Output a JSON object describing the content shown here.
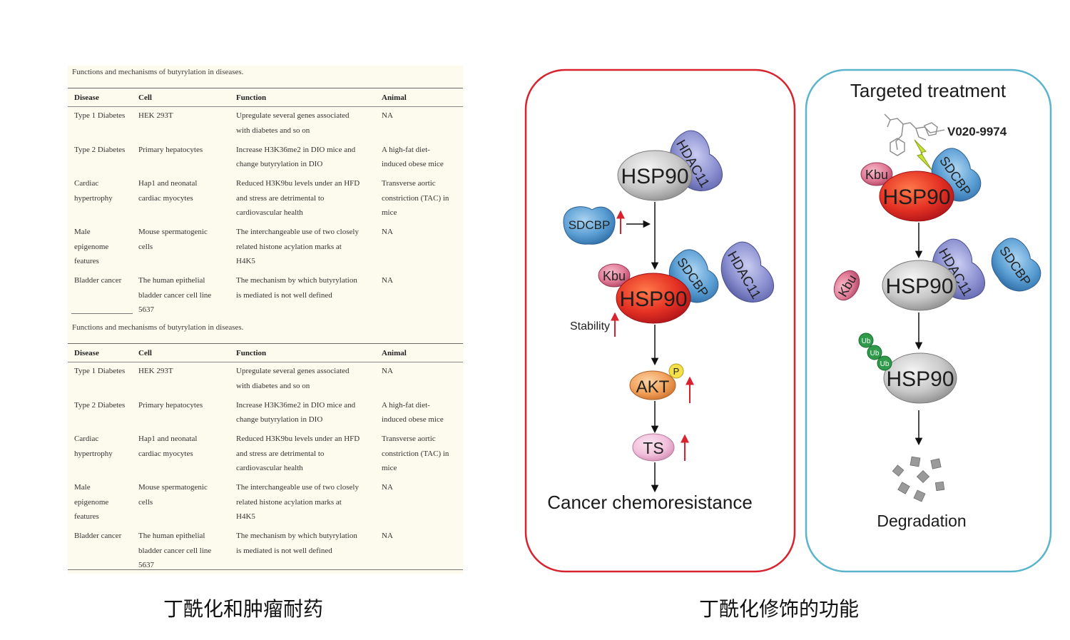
{
  "table": {
    "caption": "Functions and mechanisms of butyrylation in diseases.",
    "headers": [
      "Disease",
      "Cell",
      "Function",
      "Animal"
    ],
    "rows": [
      {
        "disease": [
          "Type 1 Diabetes"
        ],
        "cell": [
          "HEK 293T"
        ],
        "function": [
          "Upregulate several genes associated",
          "with diabetes and so on"
        ],
        "animal": [
          "NA"
        ]
      },
      {
        "disease": [
          "Type 2 Diabetes"
        ],
        "cell": [
          "Primary hepatocytes"
        ],
        "function": [
          "Increase H3K36me2 in DIO mice and",
          "change butyrylation in DIO"
        ],
        "animal": [
          "A high-fat diet-",
          "induced obese mice"
        ]
      },
      {
        "disease": [
          "Cardiac",
          "hypertrophy"
        ],
        "cell": [
          "Hap1 and neonatal",
          "cardiac myocytes"
        ],
        "function": [
          "Reduced H3K9bu levels under an HFD",
          "and stress are detrimental to",
          "cardiovascular health"
        ],
        "animal": [
          "Transverse aortic",
          "constriction (TAC) in",
          "mice"
        ]
      },
      {
        "disease": [
          "Male",
          "epigenome",
          "features"
        ],
        "cell": [
          "Mouse spermatogenic",
          "cells"
        ],
        "function": [
          "The interchangeable use of two closely",
          "related histone acylation marks at",
          "H4K5"
        ],
        "animal": [
          "NA"
        ]
      },
      {
        "disease": [
          "Bladder cancer"
        ],
        "cell": [
          "The human epithelial",
          "bladder cancer cell line",
          "5637"
        ],
        "function": [
          "The mechanism by which butyrylation",
          "is mediated is not well defined"
        ],
        "animal": [
          "NA"
        ]
      }
    ]
  },
  "captions": {
    "left": "丁酰化和肿瘤耐药",
    "right": "丁酰化修饰的功能"
  },
  "diagram": {
    "left_panel": {
      "hsp90_top": "HSP90",
      "hdac11_top": "HDAC11",
      "sdcbp_side": "SDCBP",
      "kbu": "Kbu",
      "hsp90_mid": "HSP90",
      "sdcbp_mid": "SDCBP",
      "hdac11_mid": "HDAC11",
      "stability": "Stability",
      "akt": "AKT",
      "phospho": "P",
      "ts": "TS",
      "outcome": "Cancer chemoresistance"
    },
    "right_panel": {
      "title": "Targeted treatment",
      "drug": "V020-9974",
      "kbu_top": "Kbu",
      "hsp90_top": "HSP90",
      "sdcbp_top": "SDCBP",
      "kbu_free": "Kbu",
      "hsp90_mid": "HSP90",
      "hdac11": "HDAC11",
      "sdcbp_free": "SDCBP",
      "ub": "Ub",
      "hsp90_bottom": "HSP90",
      "outcome": "Degradation"
    },
    "colors": {
      "left_border": "#d8232f",
      "right_border": "#5ab4cc",
      "hsp90_red": "#e53224",
      "hsp90_grey": "#c9c9c9",
      "sdcbp_blue": "#5b9fd4",
      "hdac11_purple": "#8a8fd0",
      "kbu_pink": "#e07a95",
      "akt_orange": "#f2a25c",
      "ts_pink": "#f2c1dc",
      "ub_green": "#2e9a4a",
      "arrow_red": "#d8232f"
    }
  }
}
